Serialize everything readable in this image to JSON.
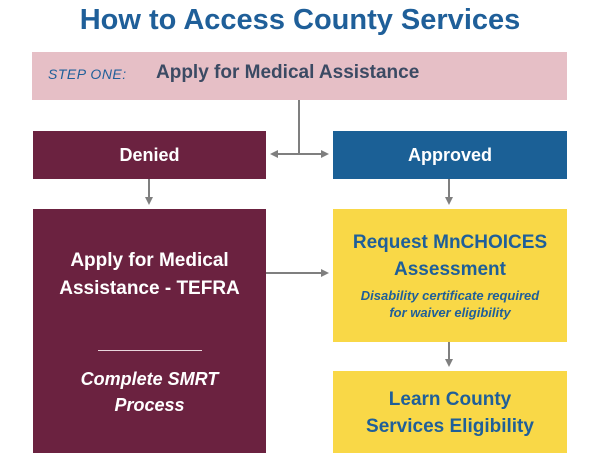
{
  "title": "How to Access County Services",
  "step": {
    "label": "STEP ONE:",
    "text": "Apply for Medical Assistance"
  },
  "denied": {
    "label": "Denied",
    "box_title_line1": "Apply for Medical",
    "box_title_line2": "Assistance - TEFRA",
    "box_sub_line1": "Complete SMRT",
    "box_sub_line2": "Process"
  },
  "approved": {
    "label": "Approved",
    "mnchoices_line1": "Request MnCHOICES",
    "mnchoices_line2": "Assessment",
    "note_line1": "Disability certificate required",
    "note_line2": "for waiver eligibility",
    "learn_line1": "Learn County",
    "learn_line2": "Services Eligibility"
  },
  "colors": {
    "title": "#1f5f99",
    "step_bg": "#e6bfc6",
    "denied": "#6b2240",
    "approved": "#1b6096",
    "yellow": "#f9d847",
    "arrow": "#7f7f7f"
  }
}
